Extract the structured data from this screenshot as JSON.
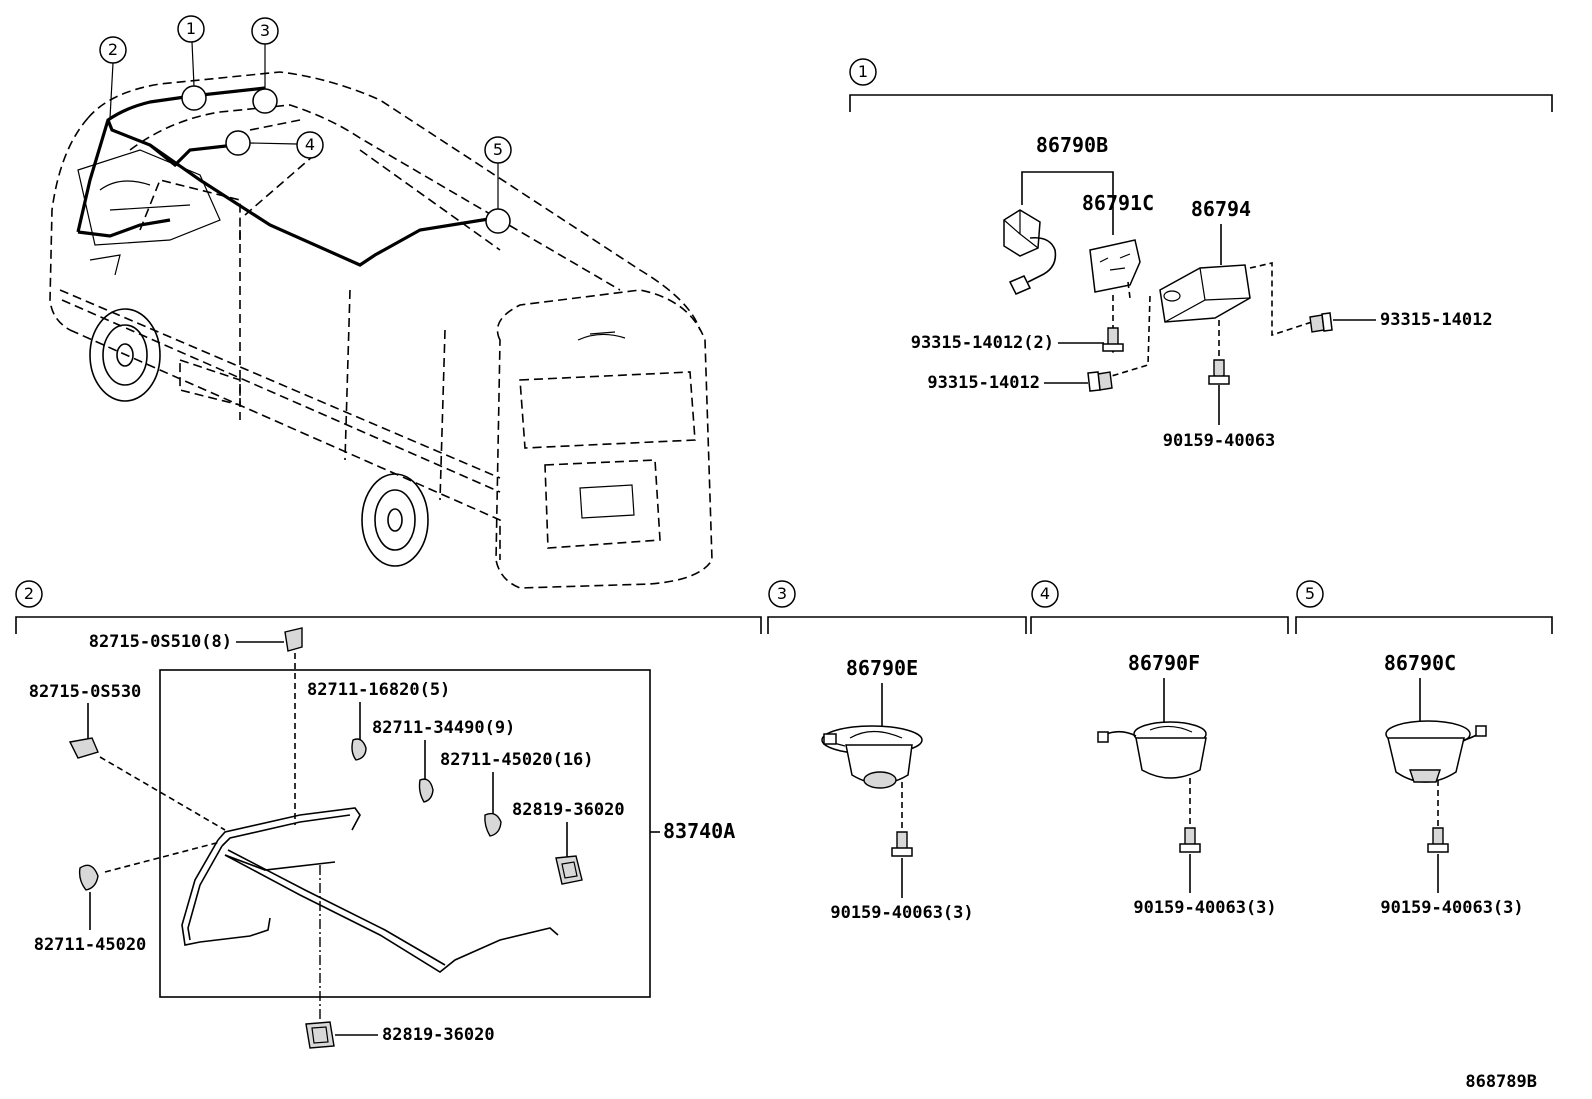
{
  "callouts": [
    "1",
    "2",
    "3",
    "4",
    "5"
  ],
  "sections": {
    "s1": {
      "number": "1",
      "labels": {
        "a": "86790B",
        "b": "86791C",
        "c": "86794",
        "d": "93315-14012(2)",
        "e": "93315-14012",
        "f": "93315-14012",
        "g": "90159-40063"
      }
    },
    "s2": {
      "number": "2",
      "labels": {
        "a": "82715-0S510(8)",
        "b": "82715-0S530",
        "c": "82711-16820(5)",
        "d": "82711-34490(9)",
        "e": "82711-45020(16)",
        "f": "82819-36020",
        "g": "83740A",
        "h": "82711-45020",
        "i": "82819-36020"
      }
    },
    "s3": {
      "number": "3",
      "part": "86790E",
      "bolt": "90159-40063(3)"
    },
    "s4": {
      "number": "4",
      "part": "86790F",
      "bolt": "90159-40063(3)"
    },
    "s5": {
      "number": "5",
      "part": "86790C",
      "bolt": "90159-40063(3)"
    }
  },
  "figure_id": "868789B"
}
